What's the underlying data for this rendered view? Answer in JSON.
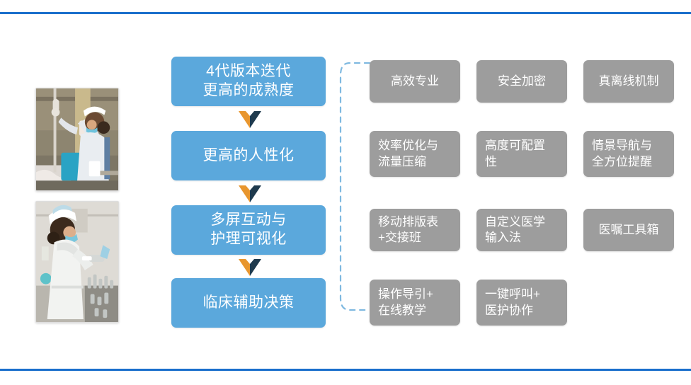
{
  "slide": {
    "background_color": "#ffffff",
    "rule_color": "#1A6FCC",
    "flow_box_color": "#5BA8DC",
    "feature_box_color": "#9D9D9D",
    "bracket_color": "#7FB9E0",
    "chevron_orange": "#E8962E",
    "chevron_navy": "#1F3A4D"
  },
  "photos": [
    {
      "alt": "nurse-scanning-iv-bag-with-mobile-device"
    },
    {
      "alt": "nurse-preparing-medication-at-counter"
    }
  ],
  "flow": {
    "steps": [
      {
        "label": "4代版本迭代\n更高的成熟度"
      },
      {
        "label": "更高的人性化"
      },
      {
        "label": "多屏互动与\n护理可视化"
      },
      {
        "label": "临床辅助决策"
      }
    ],
    "connectors": [
      {
        "name": "chevron-down-1"
      },
      {
        "name": "chevron-down-2"
      },
      {
        "name": "chevron-down-3"
      }
    ]
  },
  "features": {
    "rows": [
      {
        "align": "center",
        "items": [
          {
            "label": "高效专业"
          },
          {
            "label": "安全加密"
          },
          {
            "label": "真离线机制"
          }
        ]
      },
      {
        "align": "left",
        "items": [
          {
            "label": "效率优化与\n流量压缩"
          },
          {
            "label": "高度可配置\n性"
          },
          {
            "label": "情景导航与\n全方位提醒"
          }
        ]
      },
      {
        "align": "left",
        "items": [
          {
            "label": "移动排版表\n+交接班"
          },
          {
            "label": "自定义医学\n输入法"
          },
          {
            "label": "医嘱工具箱",
            "align": "center"
          }
        ]
      },
      {
        "align": "left",
        "items": [
          {
            "label": "操作导引+\n在线教学"
          },
          {
            "label": "一键呼叫+\n医护协作"
          }
        ]
      }
    ]
  }
}
